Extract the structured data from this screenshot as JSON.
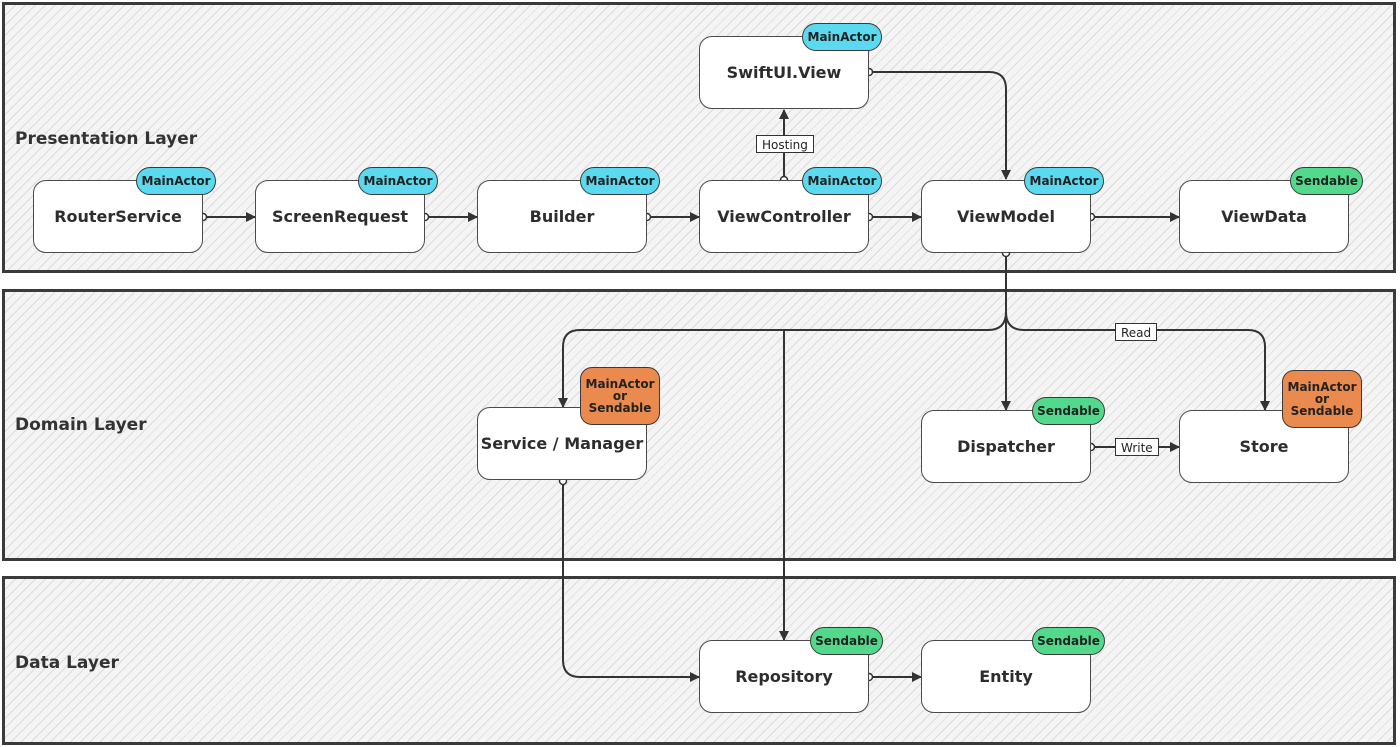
{
  "layers": {
    "presentation": "Presentation Layer",
    "domain": "Domain Layer",
    "data": "Data Layer"
  },
  "colors": {
    "main_actor": "#5bd9ef",
    "sendable": "#52d98c",
    "main_actor_or_sendable": "#eb8a4f",
    "border": "#3a3a3a"
  },
  "nodes": {
    "router_service": {
      "label": "RouterService",
      "badge": "MainActor"
    },
    "screen_request": {
      "label": "ScreenRequest",
      "badge": "MainActor"
    },
    "builder": {
      "label": "Builder",
      "badge": "MainActor"
    },
    "view_controller": {
      "label": "ViewController",
      "badge": "MainActor"
    },
    "swiftui_view": {
      "label": "SwiftUI.View",
      "badge": "MainActor"
    },
    "view_model": {
      "label": "ViewModel",
      "badge": "MainActor"
    },
    "view_data": {
      "label": "ViewData",
      "badge": "Sendable"
    },
    "service_manager": {
      "label": "Service / Manager",
      "badge_lines": [
        "MainActor",
        "or",
        "Sendable"
      ]
    },
    "dispatcher": {
      "label": "Dispatcher",
      "badge": "Sendable"
    },
    "store": {
      "label": "Store",
      "badge_lines": [
        "MainActor",
        "or",
        "Sendable"
      ]
    },
    "repository": {
      "label": "Repository",
      "badge": "Sendable"
    },
    "entity": {
      "label": "Entity",
      "badge": "Sendable"
    }
  },
  "edge_labels": {
    "hosting": "Hosting",
    "read": "Read",
    "write": "Write"
  }
}
